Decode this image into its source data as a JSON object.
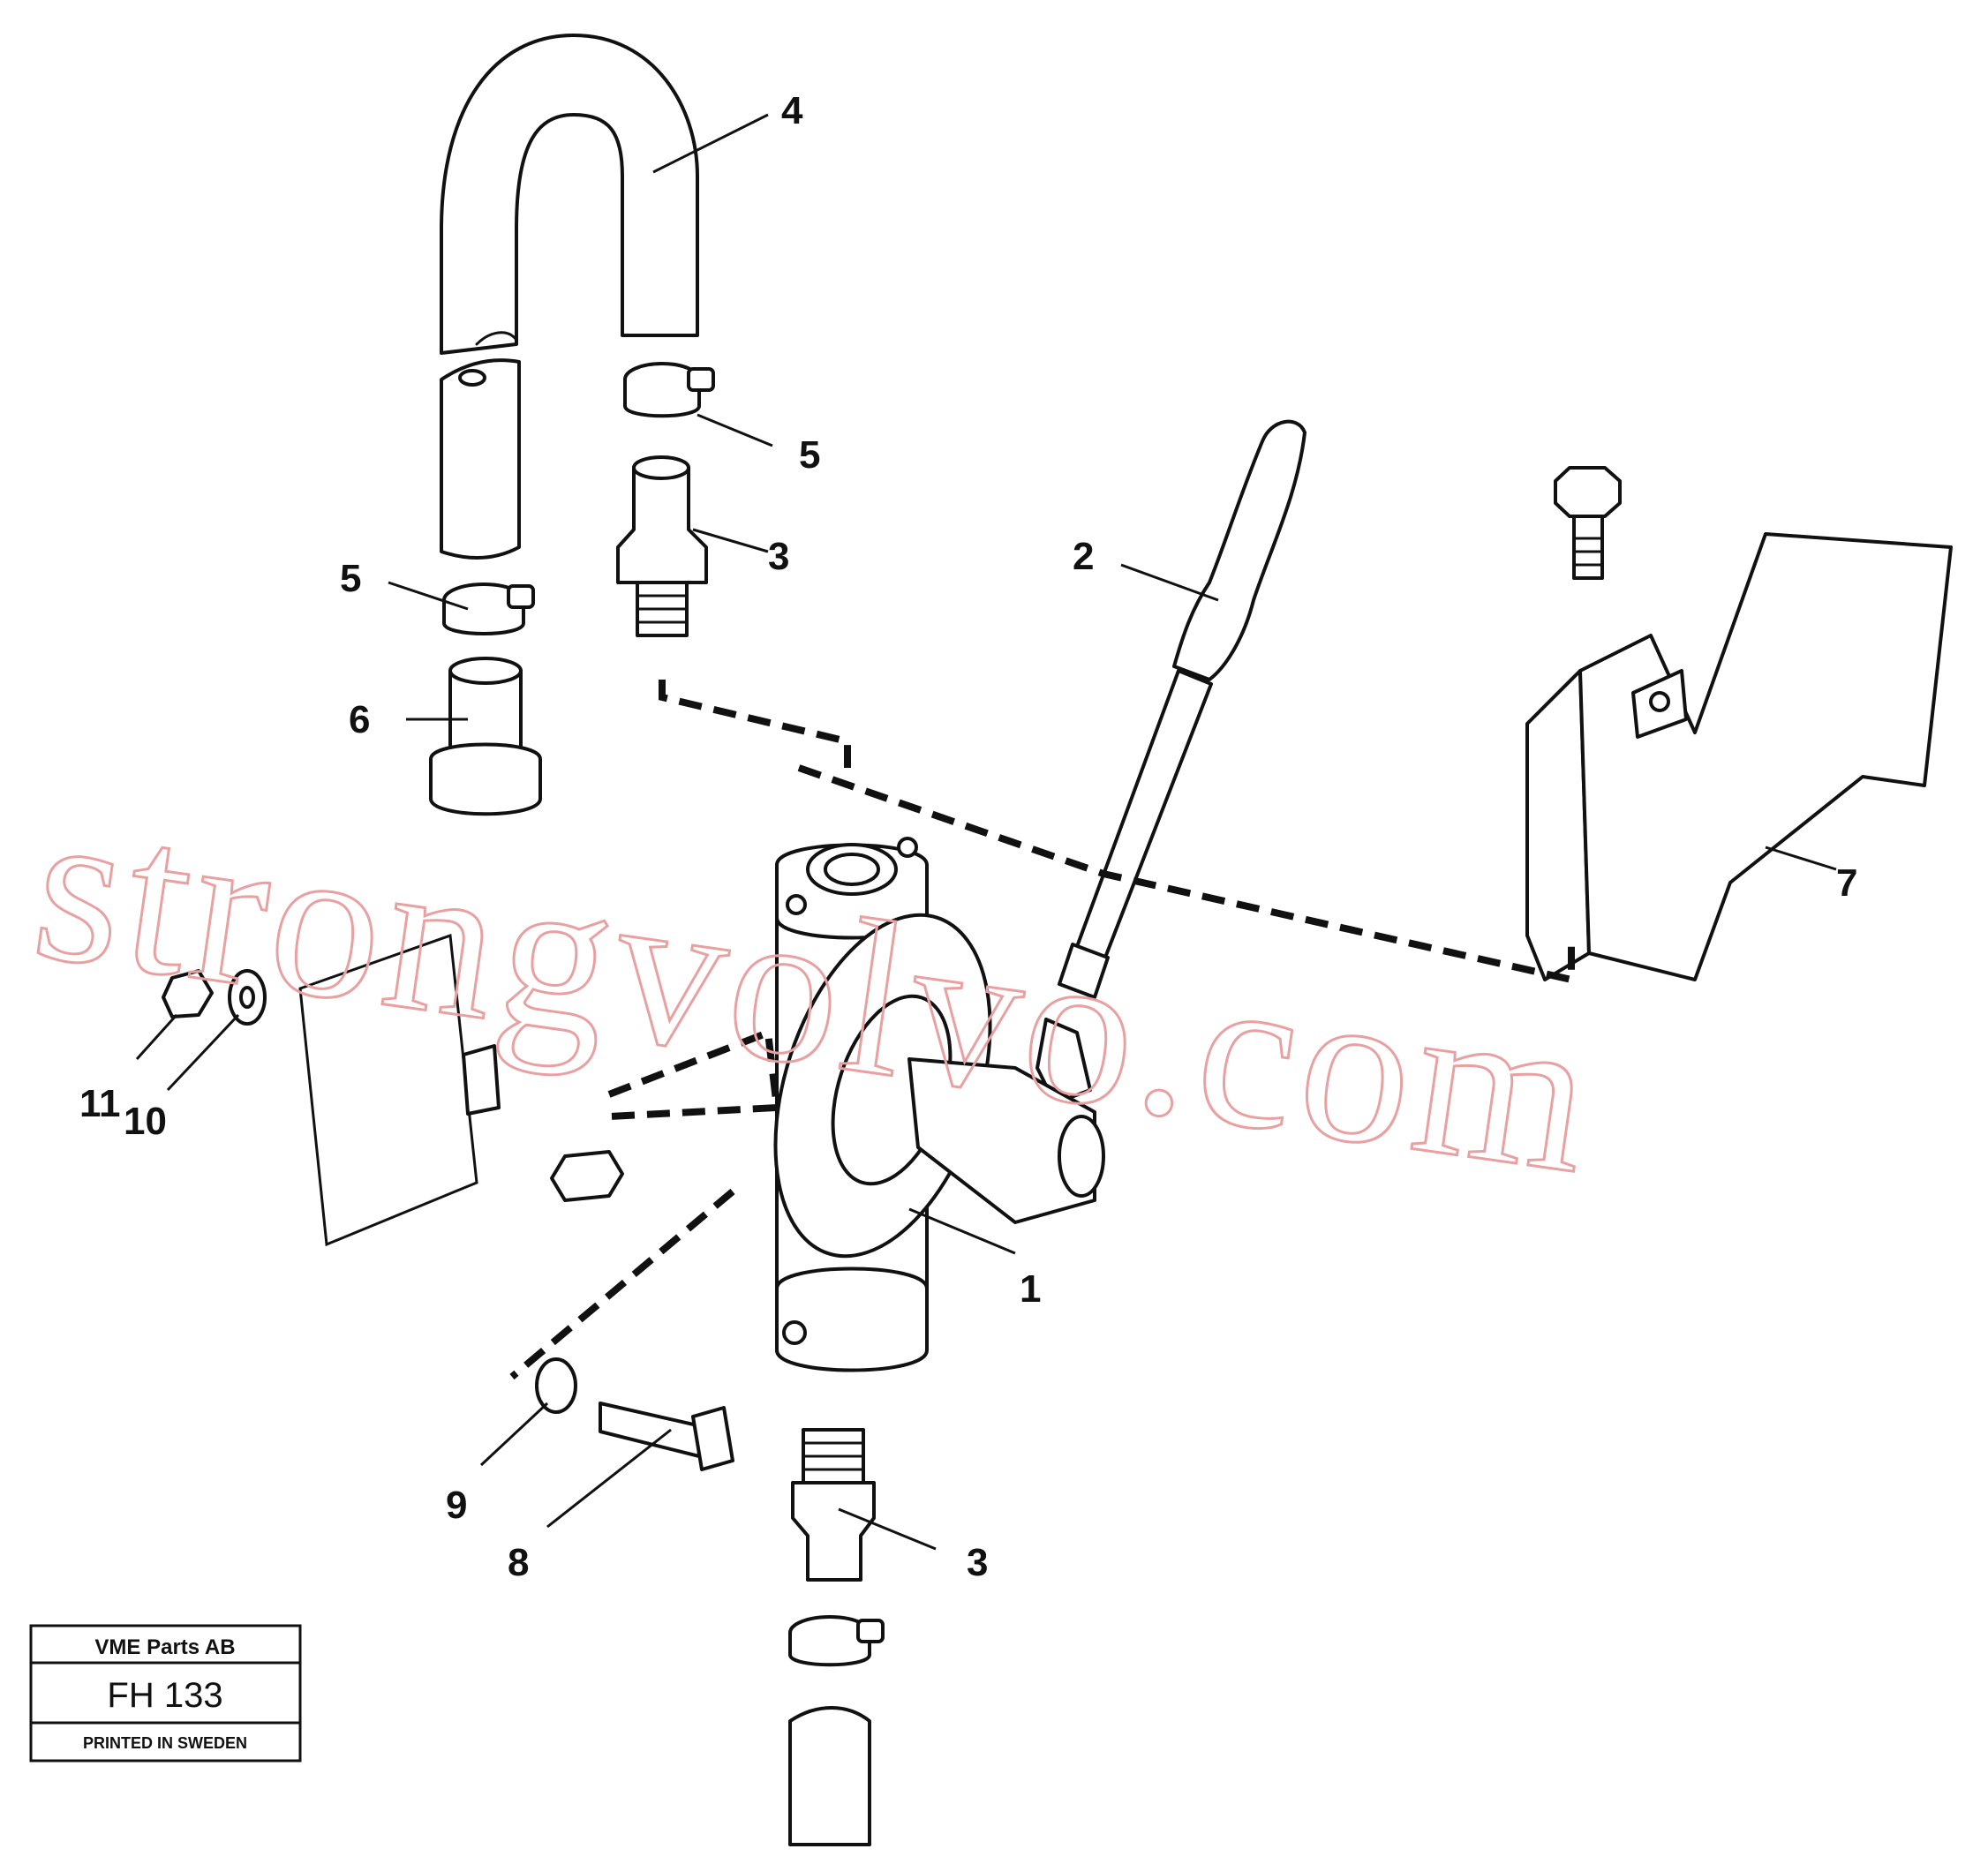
{
  "diagram": {
    "callouts": [
      {
        "id": "c4",
        "text": "4"
      },
      {
        "id": "c5a",
        "text": "5"
      },
      {
        "id": "c3a",
        "text": "3"
      },
      {
        "id": "c2",
        "text": "2"
      },
      {
        "id": "c5b",
        "text": "5"
      },
      {
        "id": "c6",
        "text": "6"
      },
      {
        "id": "c7",
        "text": "7"
      },
      {
        "id": "c11",
        "text": "11"
      },
      {
        "id": "c10",
        "text": "10"
      },
      {
        "id": "c1",
        "text": "1"
      },
      {
        "id": "c9",
        "text": "9"
      },
      {
        "id": "c8",
        "text": "8"
      },
      {
        "id": "c3b",
        "text": "3"
      }
    ]
  },
  "stamp": {
    "company": "VME Parts AB",
    "code": "FH 133",
    "printed": "PRINTED IN SWEDEN"
  },
  "watermark": "strongvolvo.com"
}
